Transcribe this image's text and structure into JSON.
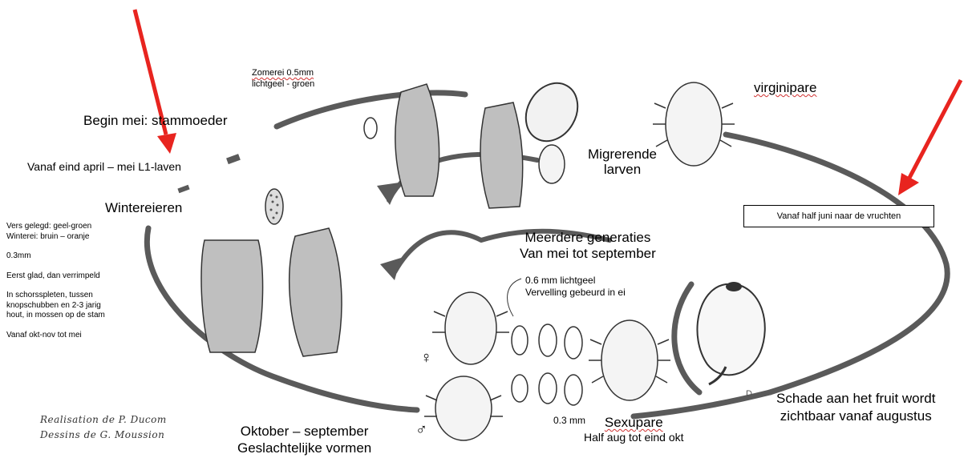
{
  "labels": {
    "zomerei": "Zomerei 0.5mm",
    "zomerei_color": "lichtgeel - groen",
    "virginipare": "virginipare",
    "begin_mei": "Begin mei: stammoeder",
    "vanaf_eind_april": "Vanaf eind april – mei L1-laven",
    "migrerende_1": "Migrerende",
    "migrerende_2": "larven",
    "wintereieren": "Wintereieren",
    "meerdere_1": "Meerdere generaties",
    "meerdere_2": "Van mei tot september",
    "half_juni": "Vanaf half juni naar de vruchten",
    "lichtgeel_06": "0.6 mm lichtgeel",
    "vervelling": "Vervelling gebeurd in ei",
    "schade_1": "Schade aan het fruit wordt",
    "schade_2": "zichtbaar vanaf augustus",
    "d_mark": "D",
    "mm03": "0.3 mm",
    "sexupare": "Sexupare",
    "half_aug": "Half aug tot eind okt",
    "oktober_1": "Oktober – september",
    "oktober_2": "Geslachtelijke vormen",
    "female_symbol": "♀",
    "male_symbol": "♂"
  },
  "notes": {
    "vers_gelegd": "Vers gelegd: geel-groen",
    "winterei": "Winterei: bruin – oranje",
    "size": "0.3mm",
    "eerst": "Eerst glad, dan verrimpeld",
    "schors_1": "In schorsspleten, tussen",
    "schors_2": "knopschubben en 2-3 jarig",
    "schors_3": "hout, in mossen op de stam",
    "vanaf_okt": "Vanaf okt-nov tot mei"
  },
  "credits": {
    "line1": "Realisation de P. Ducom",
    "line2": "Dessins de G. Moussion"
  },
  "colors": {
    "arrow": "#e8241f",
    "stroke": "#555555",
    "box_border": "#000000"
  }
}
